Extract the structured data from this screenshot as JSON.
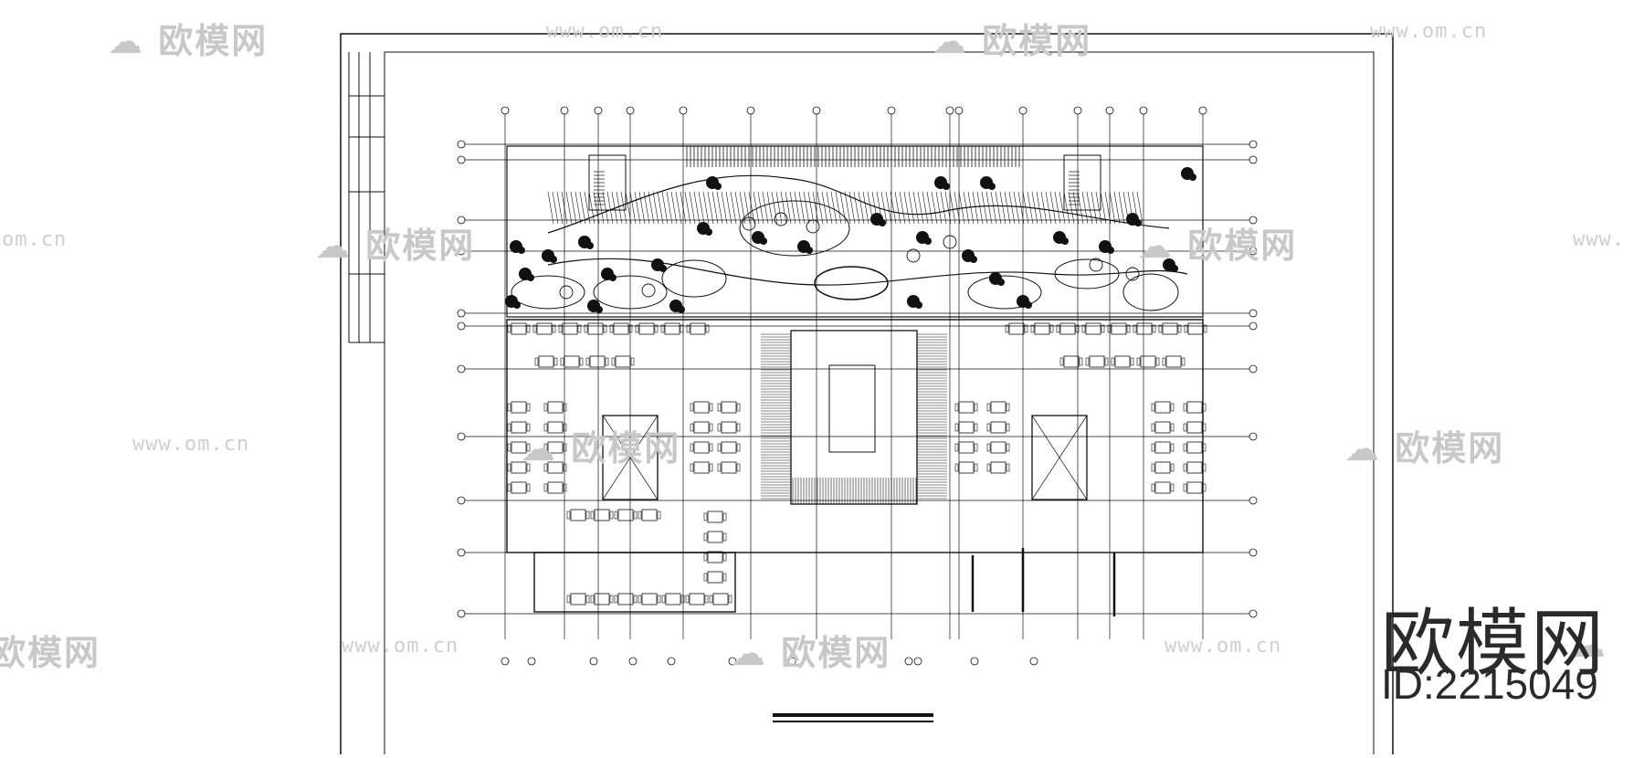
{
  "watermark": {
    "site_text": "www.om.cn",
    "site_text_short": "om.cn",
    "brand_text": "欧模网",
    "site_text_partial": "www."
  },
  "badge": {
    "brand": "欧模网",
    "id_label": "ID:2215049"
  },
  "colors": {
    "line": "#111111",
    "watermark": "#cfcfcf",
    "background": "#ffffff"
  }
}
